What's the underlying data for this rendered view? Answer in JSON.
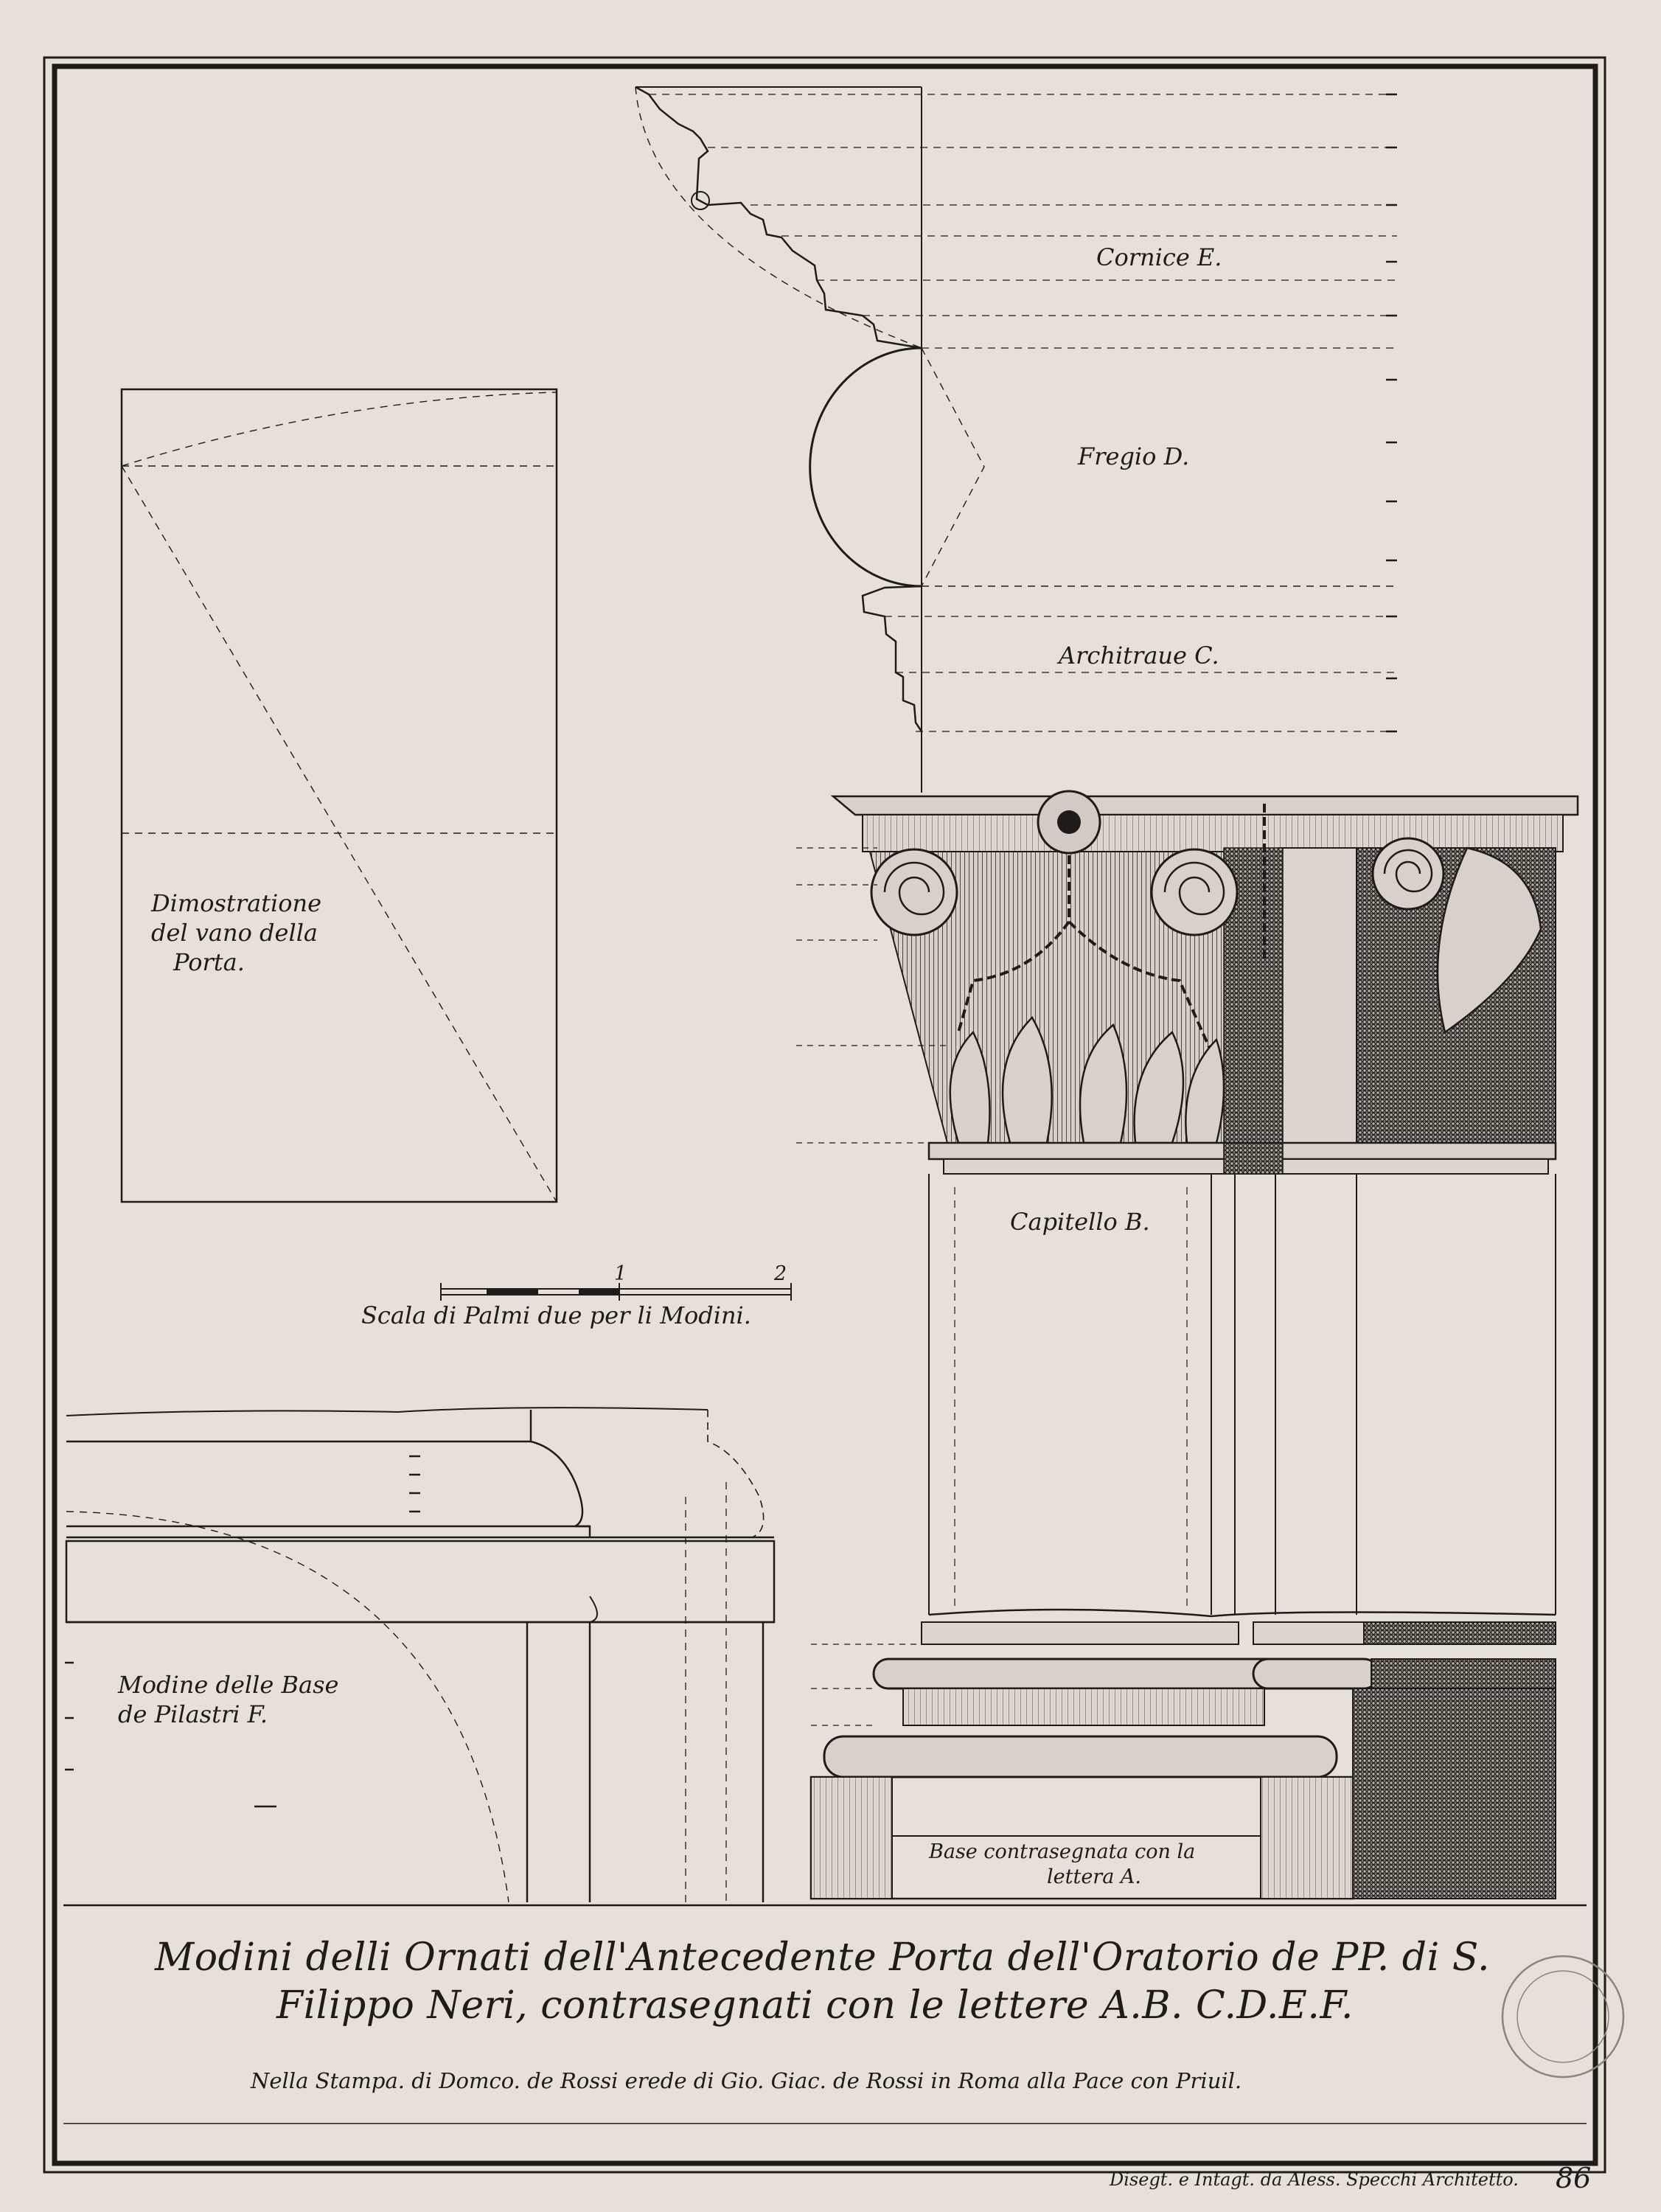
{
  "labels": {
    "cornice": "Cornice E.",
    "fregio": "Fregio D.",
    "architraue": "Architraue C.",
    "capitello": "Capitello B.",
    "dimostratione": [
      "Dimostratione",
      "del vano della",
      "Porta."
    ],
    "scala": "Scala di Palmi due per li Modini.",
    "scala_tick_1": "1",
    "scala_tick_2": "2",
    "modine_base": [
      "Modine delle Base",
      "de Pilastri F."
    ],
    "base_contrasegnata": [
      "Base contrasegnata con la",
      "lettera A."
    ]
  },
  "title": {
    "line1": "Modini delli Ornati dell'Antecedente Porta dell'Oratorio de PP. di S.",
    "line2": "Filippo Neri, contrasegnati con le lettere A.B. C.D.E.F."
  },
  "imprint": "Nella Stampa. di Domco. de Rossi erede di Gio. Giac. de Rossi in Roma alla Pace con Priuil.",
  "signature": "Disegt. e Intagt. da Aless. Specchi Architetto.",
  "plate_number": "86",
  "colors": {
    "paper": "#e7e0d9",
    "ink": "#1e1b19",
    "shade": "#8a847e"
  }
}
